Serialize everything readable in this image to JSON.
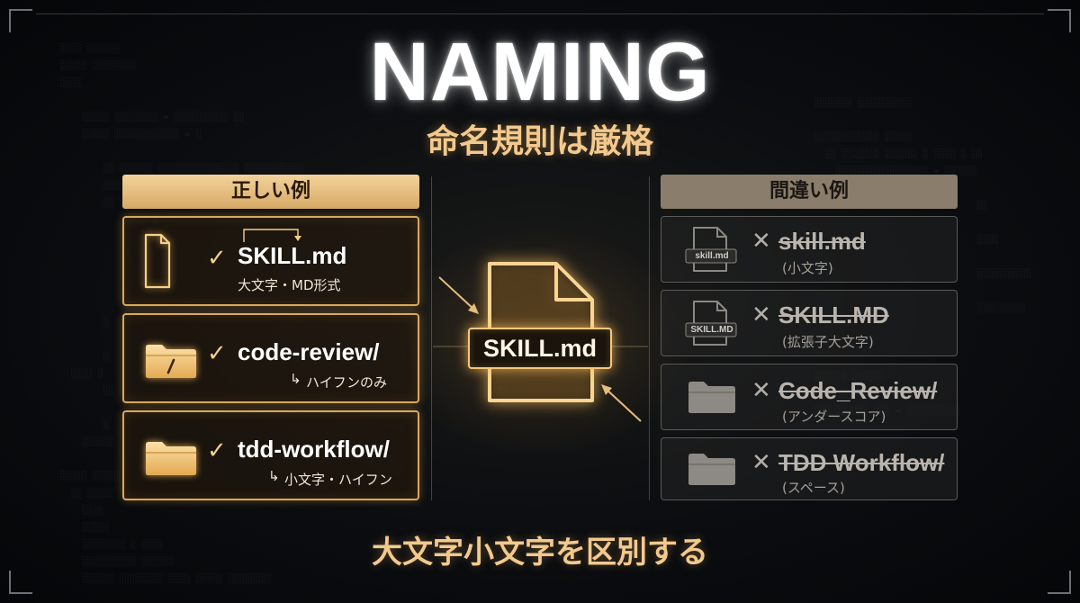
{
  "title": "NAMING",
  "subtitle": "命名規則は厳格",
  "footer": "大文字小文字を区別する",
  "center": {
    "label": "SKILL.md",
    "icon": "file-icon"
  },
  "good": {
    "header": "正しい例",
    "items": [
      {
        "name": "SKILL.md",
        "note": "大文字・MD形式",
        "icon": "file-icon"
      },
      {
        "name": "code-review/",
        "note": "ハイフンのみ",
        "icon": "folder-slash-icon"
      },
      {
        "name": "tdd-workflow/",
        "note": "小文字・ハイフン",
        "icon": "folder-icon"
      }
    ]
  },
  "bad": {
    "header": "間違い例",
    "items": [
      {
        "name": "skill.md",
        "note": "(小文字)",
        "icon_label": "skill.md",
        "icon": "file-icon"
      },
      {
        "name": "SKILL.MD",
        "note": "(拡張子大文字)",
        "icon_label": "SKILL.MD",
        "icon": "file-icon"
      },
      {
        "name": "Code_Review/",
        "note": "(アンダースコア)",
        "icon": "folder-icon"
      },
      {
        "name": "TDD Workflow/",
        "note": "(スペース)",
        "icon": "folder-icon"
      }
    ]
  },
  "colors": {
    "accent": "#f3c98d",
    "gold": "#d9a95a",
    "background": "#07090c",
    "muted": "#b9b4ad"
  }
}
